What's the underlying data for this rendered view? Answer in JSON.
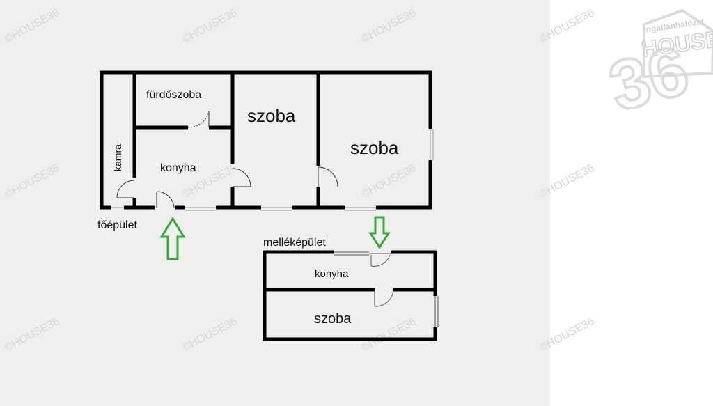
{
  "watermark": "©HOUSE36",
  "logo": {
    "tagline": "Ingatlanhálózat",
    "brand": "HOUSE",
    "number": "36"
  },
  "main_building": {
    "label": "főépület",
    "rooms": {
      "kamra": "kamra",
      "bathroom": "fürdőszoba",
      "kitchen": "konyha",
      "room1": "szoba",
      "room2": "szoba"
    }
  },
  "annex_building": {
    "label": "melléképület",
    "rooms": {
      "kitchen": "konyha",
      "room": "szoba"
    }
  },
  "colors": {
    "wall": "#000000",
    "arrow": "#3aa53a",
    "background": "#efefed",
    "watermark": "#d6d6d4"
  }
}
